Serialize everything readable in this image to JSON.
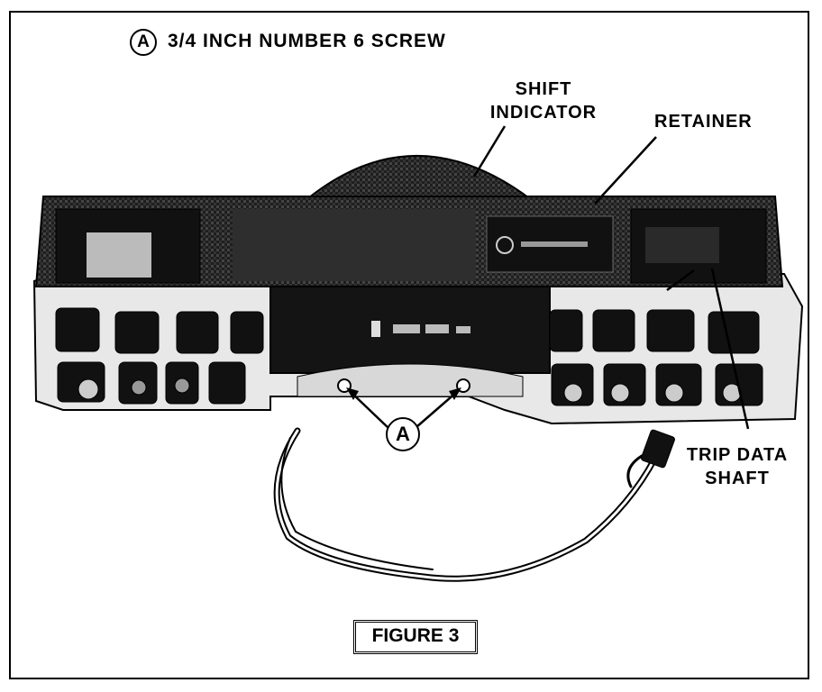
{
  "legend": {
    "key": "A",
    "text": "3/4 INCH NUMBER 6 SCREW"
  },
  "labels": {
    "shift_indicator": [
      "SHIFT",
      "INDICATOR"
    ],
    "retainer": "RETAINER",
    "trip_data_shaft": [
      "TRIP DATA",
      "SHAFT"
    ]
  },
  "callout": "A",
  "figure_caption": "FIGURE 3",
  "colors": {
    "ink": "#000000",
    "paper": "#ffffff",
    "panel": "#1c1c1c",
    "bezel": "#3a3a3a",
    "metal": "#e8e8e8"
  }
}
